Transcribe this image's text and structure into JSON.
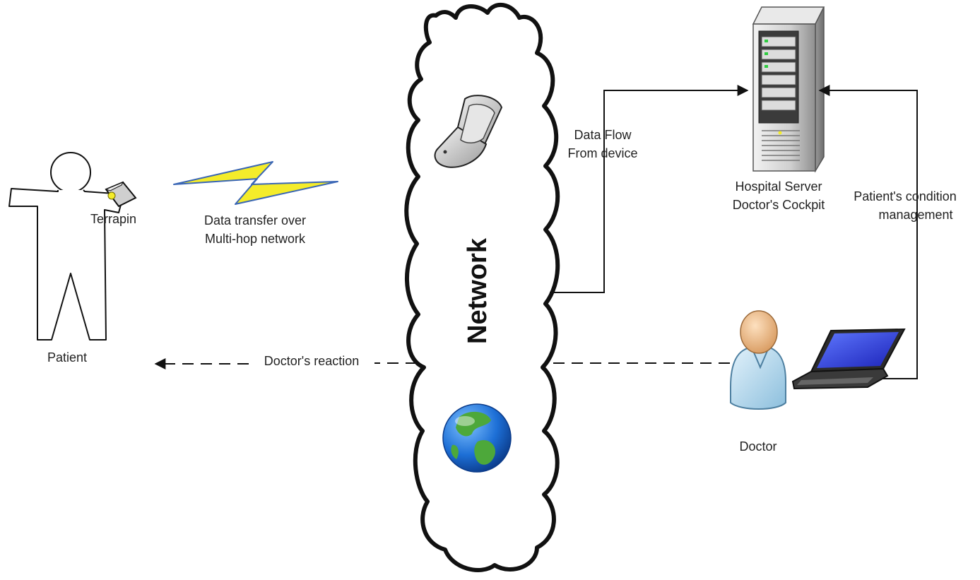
{
  "labels": {
    "terrapin": "Terrapin",
    "patient": "Patient",
    "transfer_line1": "Data transfer over",
    "transfer_line2": "Multi-hop network",
    "network": "Network",
    "dataflow_line1": "Data Flow",
    "dataflow_line2": "From device",
    "server_line1": "Hospital Server",
    "server_line2": "Doctor's Cockpit",
    "condition_line1": "Patient's condition",
    "condition_line2": "management",
    "reaction": "Doctor's reaction",
    "doctor": "Doctor"
  },
  "icons": {
    "patient": "stick-figure-icon",
    "device": "terrapin-device-icon",
    "wireless": "lightning-bolt-icon",
    "phone": "mobile-phone-icon",
    "globe": "globe-icon",
    "server": "server-tower-icon",
    "doctor": "doctor-person-icon",
    "laptop": "laptop-icon"
  },
  "colors": {
    "bolt": "#f4ec2a",
    "bolt_edge": "#3a66b5",
    "doctor_shirt": "#b7d9ec",
    "doctor_head": "#efbf8a",
    "laptop_screen": "#2f3fd6",
    "server_body": "#d2d2d2",
    "globe_water": "#1d6fd6",
    "globe_land": "#4da83a"
  }
}
